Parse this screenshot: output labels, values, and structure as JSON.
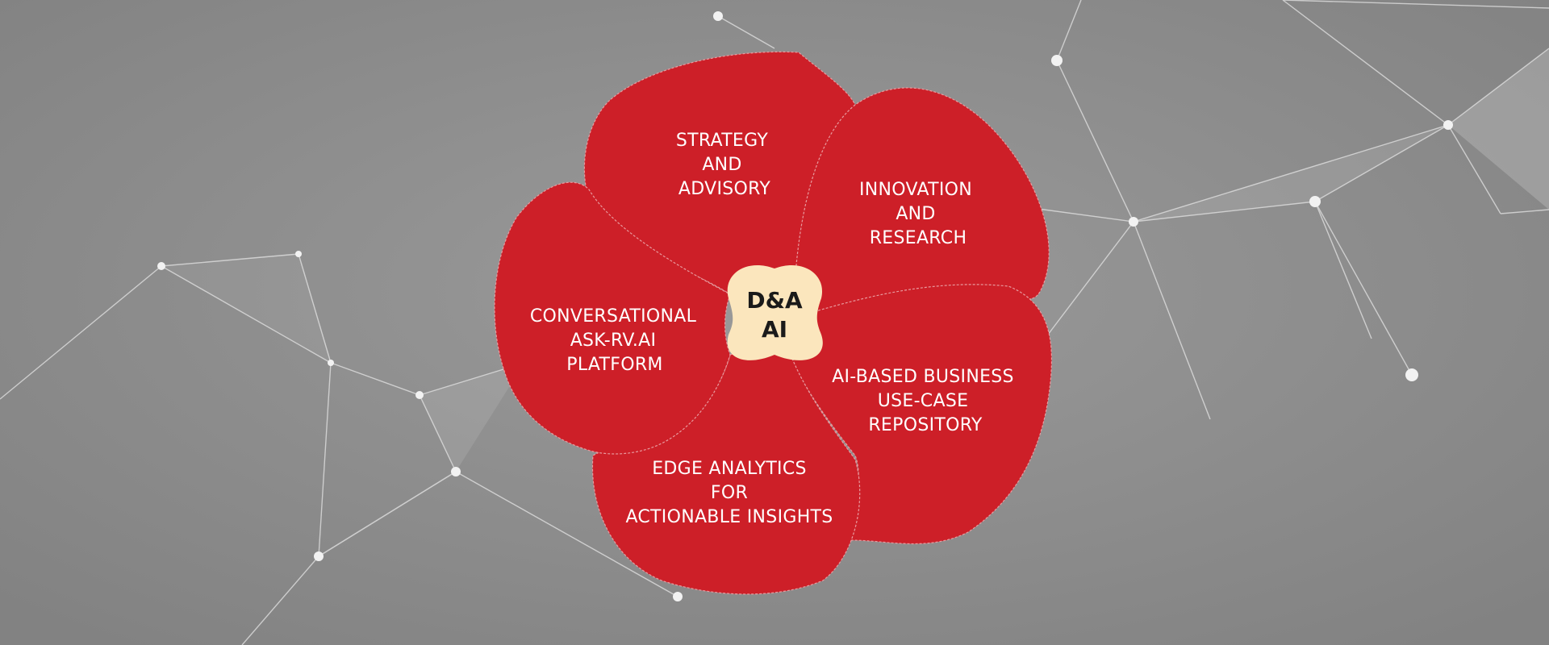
{
  "diagram": {
    "colors": {
      "petal": "#cd1f28",
      "petal_border": "#e89a9e",
      "hub": "#fbe6bd",
      "background": "#8e8e8e",
      "network_lines": "#e4e4e4"
    },
    "center": {
      "lines": [
        "D&A",
        "AI"
      ]
    },
    "petals": [
      {
        "name": "strategy-and-advisory",
        "lines": [
          "STRATEGY",
          "AND",
          "ADVISORY"
        ]
      },
      {
        "name": "innovation-and-research",
        "lines": [
          "INNOVATION",
          "AND",
          "RESEARCH"
        ]
      },
      {
        "name": "ai-based-business-use-case-repository",
        "lines": [
          "AI-BASED BUSINESS",
          "USE-CASE",
          "REPOSITORY"
        ]
      },
      {
        "name": "edge-analytics-for-actionable-insights",
        "lines": [
          "EDGE ANALYTICS",
          "FOR",
          "ACTIONABLE INSIGHTS"
        ]
      },
      {
        "name": "conversational-ask-rv-ai-platform",
        "lines": [
          "CONVERSATIONAL",
          "ASK-RV.AI",
          "PLATFORM"
        ]
      }
    ]
  }
}
